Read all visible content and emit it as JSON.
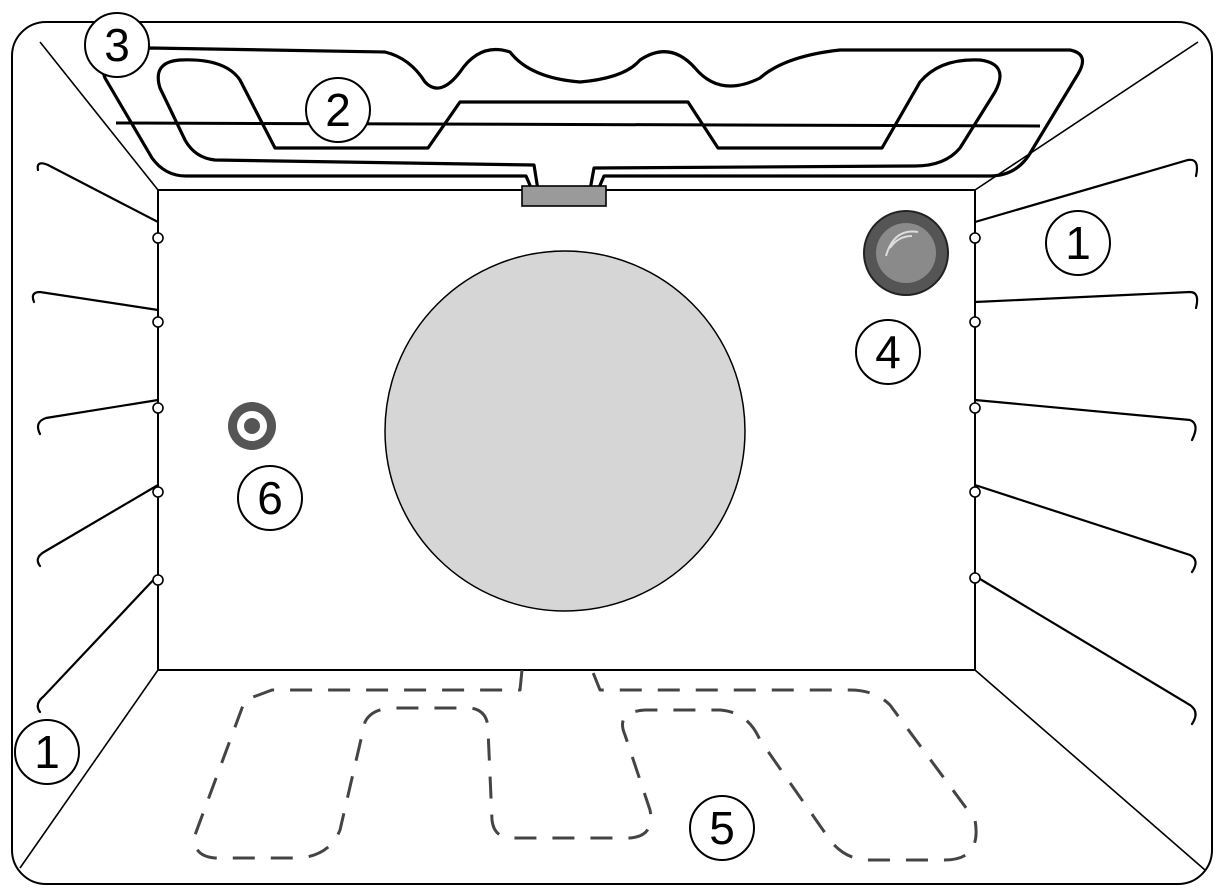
{
  "callouts": {
    "shelf_guides_right": "1",
    "shelf_guides_left": "1",
    "grill_element": "2",
    "roof_element": "3",
    "oven_lamp": "4",
    "bottom_element": "5",
    "temperature_sensor": "6"
  },
  "colors": {
    "line": "#000000",
    "cavity_fill": "#ffffff",
    "fan_cover": "#d6d6d6",
    "lamp": "#555555",
    "sensor": "#555555",
    "connector": "#9a9a9a",
    "bottom_element_dash": "#444444"
  },
  "icons": {
    "oven_lamp": "lamp-icon",
    "temperature_sensor": "sensor-icon",
    "fan_cover": "fan-cover-icon"
  }
}
